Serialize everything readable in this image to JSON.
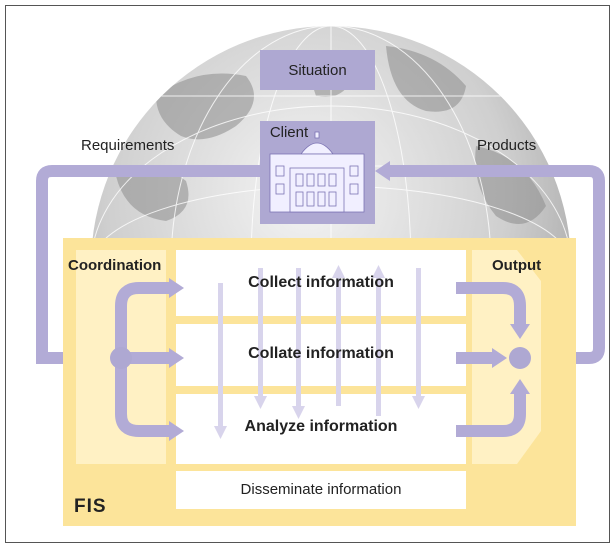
{
  "diagram": {
    "labels": {
      "situation": "Situation",
      "client": "Client",
      "requirements": "Requirements",
      "products": "Products",
      "coordination": "Coordination",
      "output": "Output",
      "collect": "Collect information",
      "collate": "Collate information",
      "analyze": "Analyze information",
      "disseminate": "Disseminate information",
      "fis": "FIS"
    },
    "colors": {
      "flow": "#b2abd6",
      "box": "#aea8d2",
      "fis_panel": "#fce49a",
      "fis_panel_inner": "#fff1c4",
      "globe": "#c8c8c8"
    },
    "icons": [
      "globe-icon",
      "parliament-building-icon"
    ]
  }
}
